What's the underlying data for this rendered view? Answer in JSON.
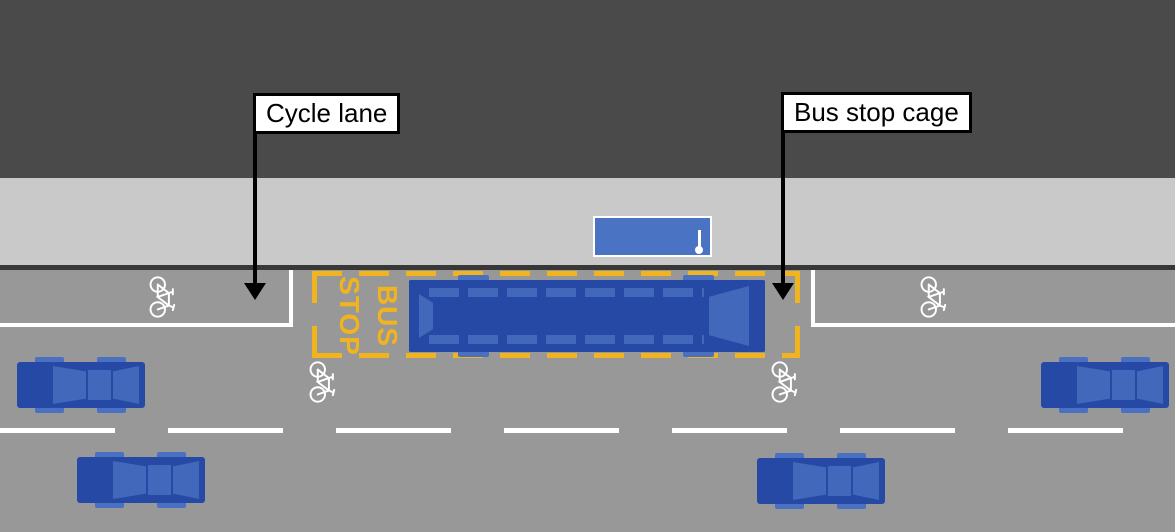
{
  "callouts": {
    "cycle_lane": "Cycle lane",
    "bus_stop_cage": "Bus stop cage"
  },
  "road_markings": {
    "bus_stop_text": [
      "BUS",
      "STOP"
    ],
    "bicycle_symbol": "bicycle-marking-icon",
    "bicycle_symbol_count": 4,
    "center_line_style": "white-dashed",
    "cage_style": "yellow-dashed-rectangle-with-corner-brackets"
  },
  "vehicles": {
    "bus_count": 1,
    "car_count": 4
  },
  "colors": {
    "building": "#4a4a4a",
    "sidewalk": "#c9c9c9",
    "curb": "#383838",
    "road": "#989898",
    "marking_white": "#ffffff",
    "marking_yellow": "#f2b41e",
    "vehicle_blue": "#2549a4",
    "window_blue": "#4168ba",
    "wheel_blue": "#4a70c2",
    "shelter_blue": "#4a73c4"
  }
}
